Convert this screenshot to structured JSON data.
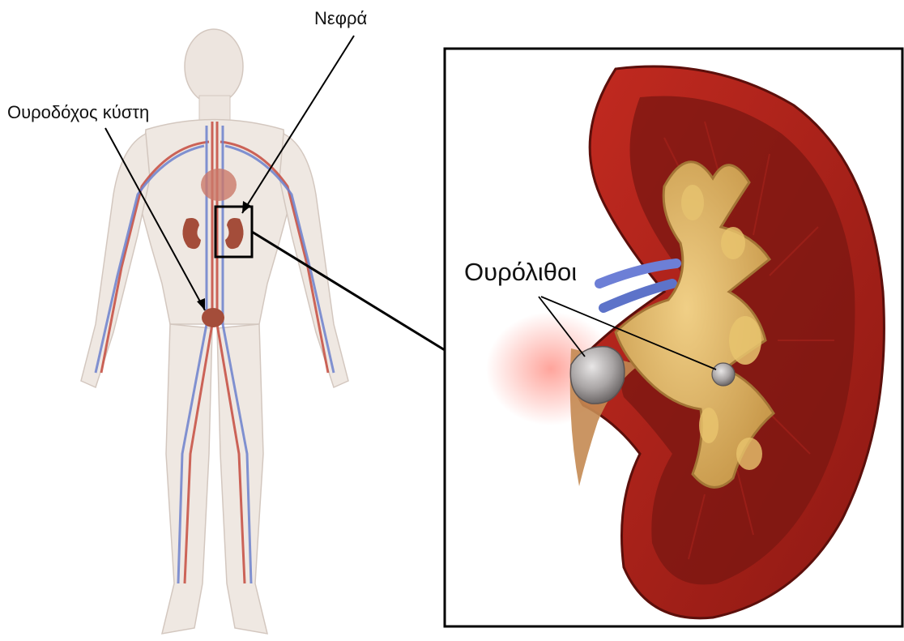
{
  "labels": {
    "kidneys": "Νεφρά",
    "bladder": "Ουροδόχος κύστη",
    "stones": "Ουρόλιθοι"
  },
  "colors": {
    "skin": "#e8ddd6",
    "artery": "#c0392b",
    "vein": "#5d73c9",
    "kidney_cortex": "#a8231c",
    "kidney_medulla": "#7a1712",
    "renal_pelvis": "#d9b36a",
    "stone": "#b9b5b5",
    "frame": "#000000"
  }
}
